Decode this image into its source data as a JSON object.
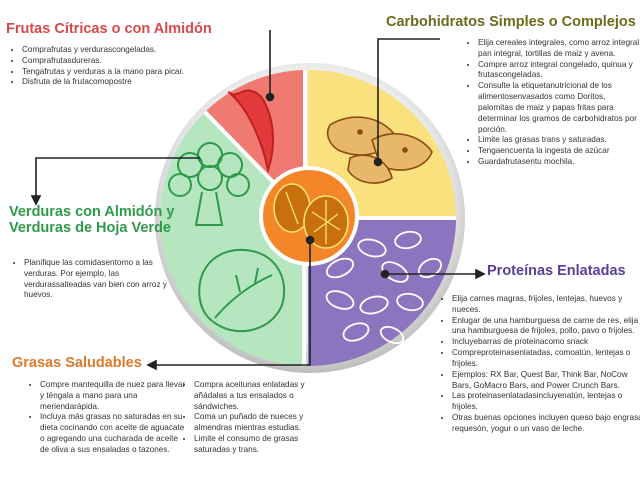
{
  "colors": {
    "fruit": "#f07a72",
    "carb": "#fbe07e",
    "veg": "#b5e6c0",
    "prot": "#8c74bf",
    "fat": "#f4862a",
    "fruit_title": "#d94848",
    "carb_title": "#6e6a1c",
    "veg_title": "#2f9a4a",
    "prot_title": "#5a3f9a",
    "fat_title": "#e07a2a"
  },
  "sections": {
    "fruit": {
      "title": "Frutas Cítricas o con Almidón",
      "icon": "banana-icon",
      "items": [
        "Comprafrutas y verdurascongeladas.",
        "Comprafrutasdureras.",
        "Tengafrutas y verduras a la mano para picar.",
        "Disfruta de la frutacomopostre"
      ]
    },
    "carb": {
      "title": "Carbohidratos Simples o Complejos",
      "icon": "chips-icon",
      "items": [
        "Elija cereales integrales, como arroz integral, pan integral, tortillas de maiz y avena.",
        "Compre arroz integral congelado, quinua y frutascongeladas.",
        "Consulte la etiquetanutricional de los alimentosenvasados como Doritos, palomitas de maiz y papas fritas para determinar los gramos de carbohidratos por porción.",
        "Limite las grasas trans y saturadas.",
        "Tengaencuenta la ingesta de azúcar",
        "Guardafrutasentu mochila."
      ]
    },
    "veg": {
      "title": "Verduras con Almidón y Verduras de Hoja Verde",
      "icon": "broccoli-icon",
      "items": [
        "Planifique las comidasentorno a las verduras. Por ejemplo, las verdurassalteadas van bien con arroz y huevos."
      ]
    },
    "prot": {
      "title": "Proteínas Enlatadas",
      "icon": "beans-icon",
      "items": [
        "Elija carnes magras, frijoles, lentejas, huevos y nueces.",
        "Enlugar de una hamburguesa de carne de res, elija una hamburguesa de frijoles, pollo, pavo o frijoles.",
        "Incluyebarras de proteinacomo snack",
        "Compreproteinasenlatadas, comoatún, lentejas o frijoles.",
        "Ejemplos: RX Bar, Quest Bar, Think Bar, NoCow Bars, GoMacro Bars, and Power Crunch Bars.",
        "Las proteinasenlatadasincluyenatún, lentejas o frijoles.",
        "Otras buenas opciones incluyen queso bajo engrasa, requesón, yogur o un vaso de leche."
      ]
    },
    "fat": {
      "title": "Grasas Saludables",
      "icon": "walnut-icon",
      "items_col1": [
        "Compre mantequilla de nuez para llevar y téngala a mano para una meriendarápida.",
        "Incluya más grasas no saturadas en su dieta cocinando con aceite de aguacate o agregando una cucharada de aceite de oliva a sus ensaladas o tazones."
      ],
      "items_col2": [
        "Compra aceitunas enlatadas y añádalas a tus ensalados o sándwiches.",
        "Coma un puñado de nueces y almendras mientras estudias.",
        "Limite el consumo de grasas saturadas y trans."
      ]
    }
  }
}
